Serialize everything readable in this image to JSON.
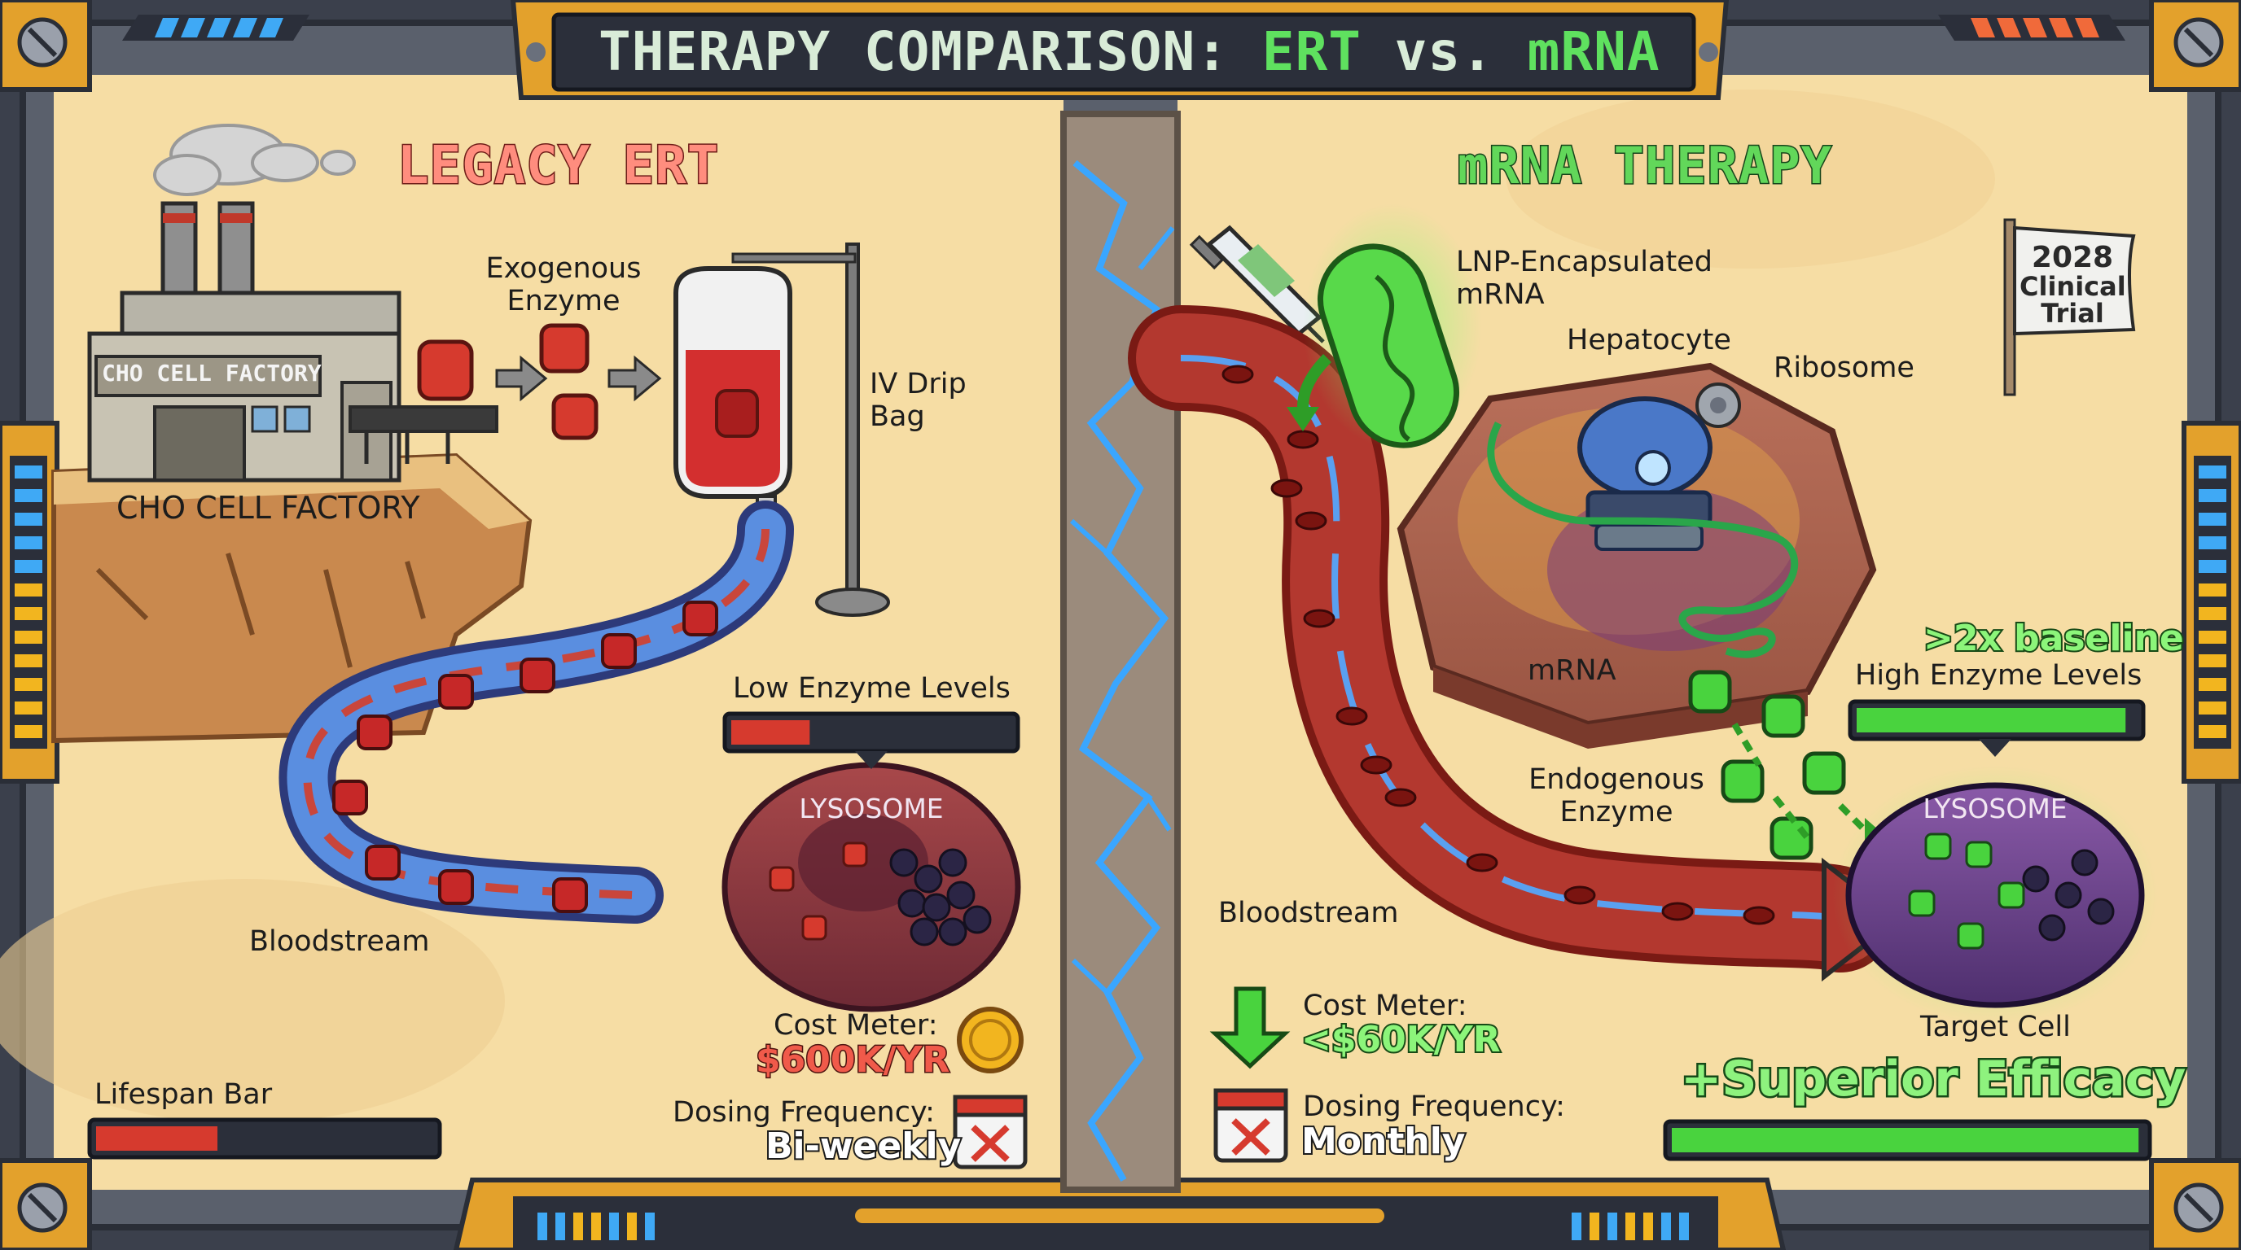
{
  "title": {
    "prefix": "THERAPY COMPARISON: ",
    "ert": "ERT",
    "vs": " vs. ",
    "mrna": "mRNA"
  },
  "left_panel": {
    "heading": "LEGACY ERT",
    "factory_sign": "CHO CELL FACTORY",
    "factory_label": "CHO CELL FACTORY",
    "exogenous_enzyme": [
      "Exogenous",
      "Enzyme"
    ],
    "iv_drip_bag": [
      "IV Drip",
      "Bag"
    ],
    "bloodstream": "Bloodstream",
    "enzyme_levels_label": "Low Enzyme Levels",
    "enzyme_level": 0.28,
    "lysosome_label": "LYSOSOME",
    "cost_meter_label": "Cost Meter:",
    "cost_meter_value": "$600K/YR",
    "dosing_label": "Dosing Frequency:",
    "dosing_value": "Bi-weekly",
    "lifespan_label": "Lifespan Bar",
    "lifespan_level": 0.36
  },
  "right_panel": {
    "heading": "mRNA THERAPY",
    "lnp_label": [
      "LNP-Encapsulated",
      "mRNA"
    ],
    "hepatocyte": "Hepatocyte",
    "ribosome": "Ribosome",
    "mrna_label": "mRNA",
    "flag": [
      "2028",
      "Clinical",
      "Trial"
    ],
    "baseline_label": ">2x baseline",
    "enzyme_levels_label": "High Enzyme Levels",
    "enzyme_level": 0.96,
    "endogenous_enzyme": [
      "Endogenous",
      "Enzyme"
    ],
    "bloodstream": "Bloodstream",
    "lysosome_label": "LYSOSOME",
    "target_cell": "Target Cell",
    "cost_meter_label": "Cost Meter:",
    "cost_meter_value": "<$60K/YR",
    "dosing_label": "Dosing Frequency:",
    "dosing_value": "Monthly",
    "efficacy_label": "+Superior Efficacy",
    "efficacy_level": 0.99
  },
  "colors": {
    "panel_bg": "#f6dda4",
    "frame": "#4a4f5c",
    "gold": "#e3a12c",
    "ert_red": "#d63a2e",
    "mrna_green": "#49d33e",
    "title_bar": "#2b2f3a"
  },
  "icons": [
    "factory-icon",
    "iv-bag-icon",
    "syringe-icon",
    "capsule-icon",
    "ribosome-icon",
    "coin-icon",
    "calendar-x-icon",
    "down-arrow-icon",
    "flag-icon"
  ]
}
